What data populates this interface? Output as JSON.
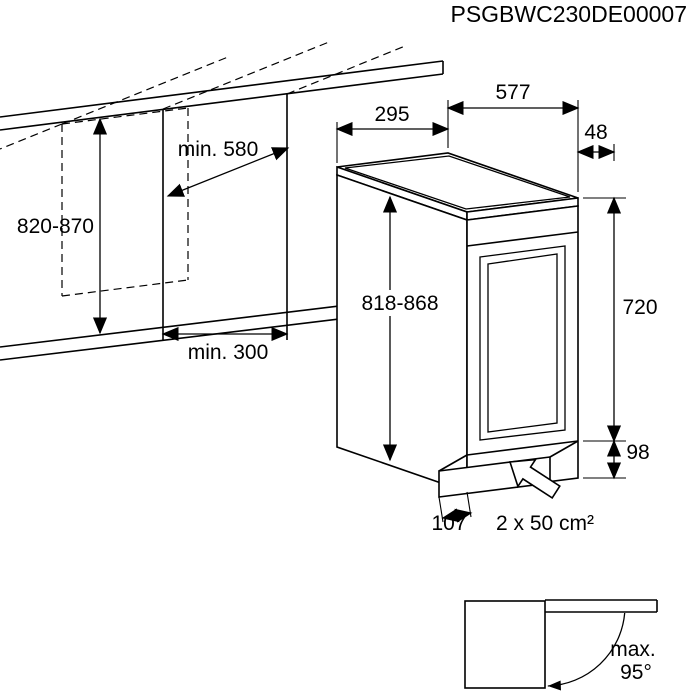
{
  "drawing": {
    "code": "PSGBWC230DE00007"
  },
  "colors": {
    "line": "#000000",
    "background": "#ffffff"
  },
  "dimensions": {
    "niche_height": "820-870",
    "niche_depth": "min. 580",
    "niche_width": "min. 300",
    "appliance_width": "295",
    "appliance_depth": "577",
    "worktop_gap": "48",
    "appliance_height": "818-868",
    "door_height": "720",
    "plinth_height": "98",
    "plinth_recess": "107",
    "ventilation_area": "2 x 50 cm²"
  },
  "door_detail": {
    "max_label": "max.",
    "max_angle": "95°"
  }
}
